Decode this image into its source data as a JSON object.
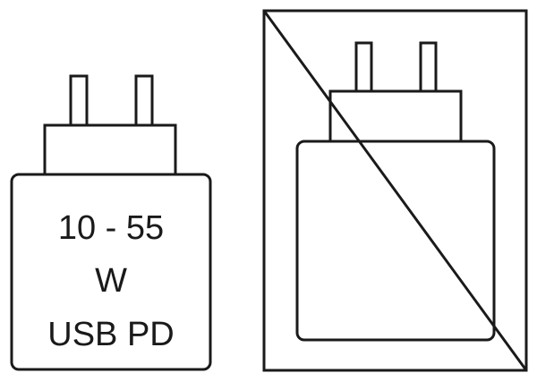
{
  "charger_label": {
    "line1": "10 - 55",
    "line2": "W",
    "line3": "USB PD"
  },
  "colors": {
    "stroke": "#1a1a1a",
    "background": "#ffffff"
  }
}
